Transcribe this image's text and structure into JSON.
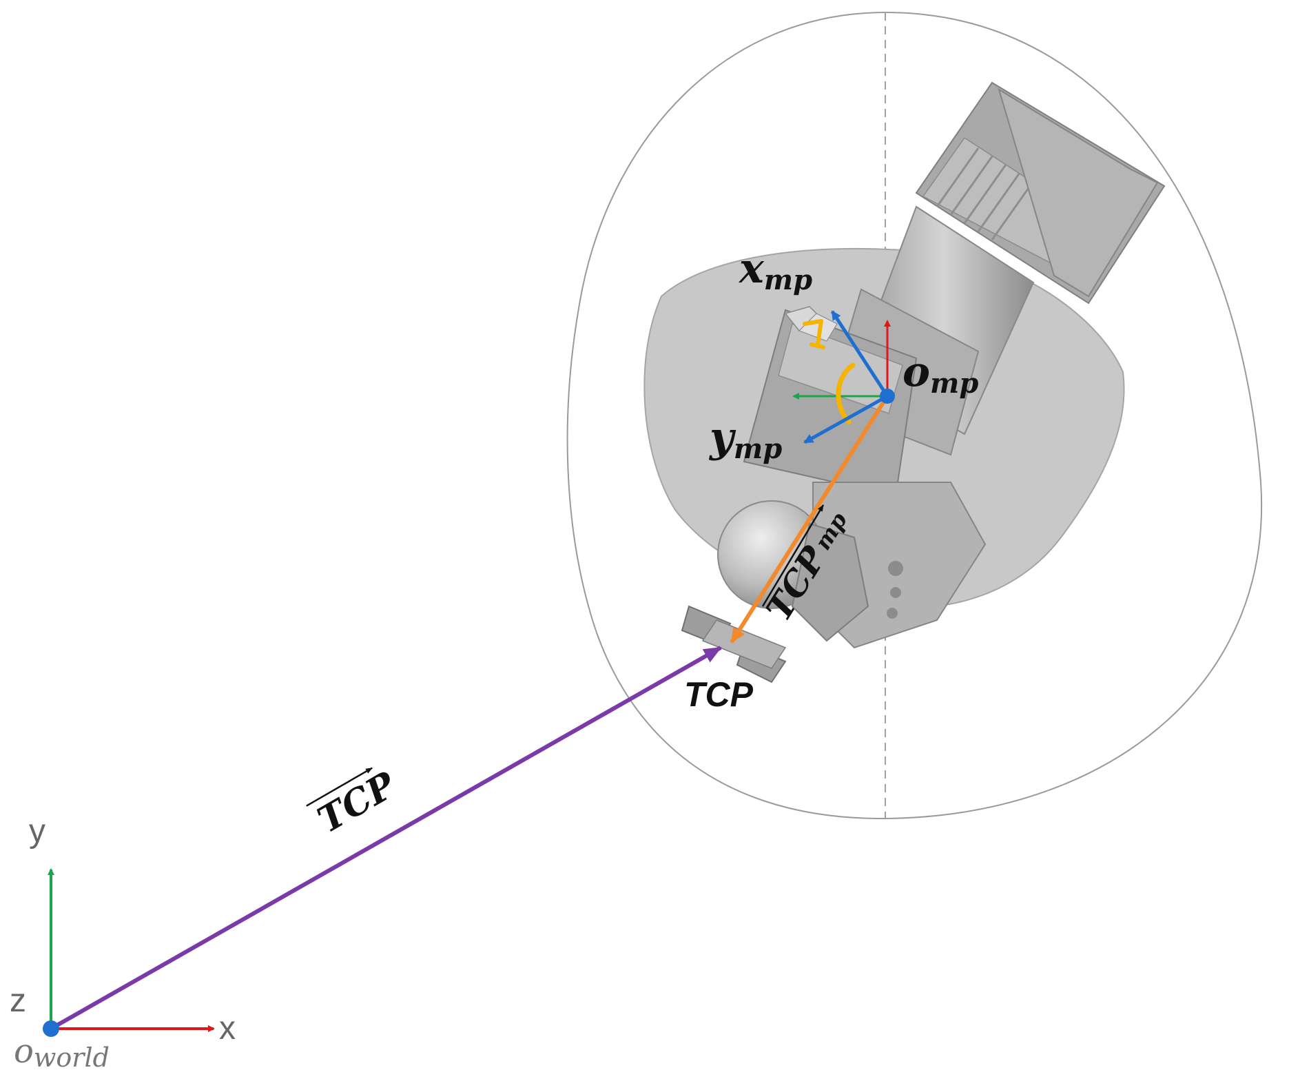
{
  "colors": {
    "x_axis": "#e0161b",
    "y_axis": "#1aa64a",
    "mp_axes": "#1f6fd1",
    "tcp_world_vector": "#7a3aa8",
    "tcp_mp_vector": "#f28a2c",
    "rotation_marks": "#f5b400",
    "origin_dot": "#1f6fd1",
    "robot_gray": "#b4b4b4"
  },
  "icons": [
    "world-origin-dot",
    "mp-origin-dot",
    "rotation-arc-icon",
    "rotation-bracket-icon"
  ],
  "world_frame": {
    "x_label": "x",
    "y_label": "y",
    "z_label": "z",
    "origin_label_main": "o",
    "origin_label_sub": "world"
  },
  "mp_frame": {
    "x_label_main": "x",
    "x_label_sub": "mp",
    "y_label_main": "y",
    "y_label_sub": "mp",
    "origin_label_main": "o",
    "origin_label_sub": "mp"
  },
  "vectors": {
    "tcp_world_label": "TCP",
    "tcp_mp_label_main": "TCP",
    "tcp_mp_label_sub": "mp"
  },
  "points": {
    "tcp_point_label": "TCP"
  }
}
